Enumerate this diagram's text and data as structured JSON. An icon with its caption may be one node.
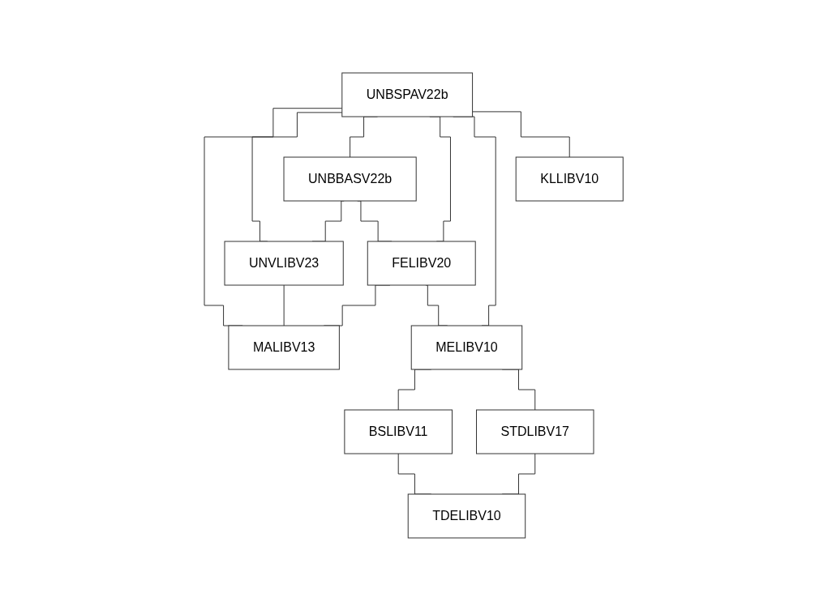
{
  "diagram": {
    "nodes": [
      {
        "text": [
          "UNBSPAV22b"
        ]
      },
      {
        "text": [
          "UNBBASV22b"
        ]
      },
      {
        "text": [
          "UNVLIBV23"
        ]
      },
      {
        "text": [
          "FELIBV20"
        ]
      },
      {
        "text": [
          "KLLIBV10"
        ]
      },
      {
        "text": [
          "MALIBV13"
        ]
      },
      {
        "text": [
          "MELIBV10"
        ]
      },
      {
        "text": [
          "BSLIBV11"
        ]
      },
      {
        "text": [
          "STDLIBV17"
        ]
      },
      {
        "text": [
          "TDELIBV10"
        ]
      }
    ],
    "edges": [
      {
        "from": 0,
        "to": 5,
        "arrow": "none"
      },
      {
        "from": 0,
        "to": 2,
        "arrow": "none"
      },
      {
        "from": 0,
        "to": 1,
        "arrow": "none"
      },
      {
        "from": 0,
        "to": 3,
        "arrow": "none"
      },
      {
        "from": 0,
        "to": 6,
        "arrow": "none"
      },
      {
        "from": 0,
        "to": 4,
        "arrow": "none"
      },
      {
        "from": 1,
        "to": 2,
        "arrow": "none"
      },
      {
        "from": 1,
        "to": 3,
        "arrow": "none"
      },
      {
        "from": 2,
        "to": 5,
        "arrow": "none"
      },
      {
        "from": 3,
        "to": 5,
        "arrow": "none"
      },
      {
        "from": 3,
        "to": 6,
        "arrow": "none"
      },
      {
        "from": 6,
        "to": 7,
        "arrow": "none"
      },
      {
        "from": 6,
        "to": 8,
        "arrow": "none"
      },
      {
        "from": 7,
        "to": 9,
        "arrow": "none"
      },
      {
        "from": 8,
        "to": 9,
        "arrow": "none"
      }
    ]
  }
}
